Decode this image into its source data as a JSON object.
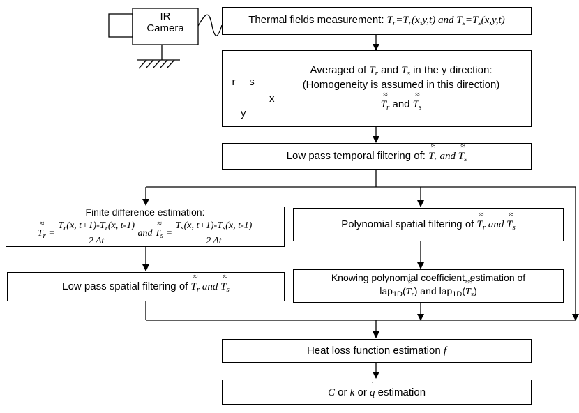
{
  "camera": {
    "label_line1": "IR",
    "label_line2": "Camera"
  },
  "steps": {
    "measurement": {
      "prefix": "Thermal fields measurement: ",
      "T": "T",
      "r": "r",
      "s": "s",
      "eq1": "=T",
      "args": "(x,y,t)",
      "and": " and ",
      "eq2": "=T"
    },
    "average": {
      "line1_a": "Averaged of ",
      "line1_and": " and ",
      "line1_b": " in the y direction:",
      "line2": "(Homogeneity is assumed in this direction)",
      "and": " and ",
      "strip_r": "r",
      "strip_s": "s",
      "axis_x": "x",
      "axis_y": "y"
    },
    "temporal": {
      "prefix": "Low pass temporal filtering of: ",
      "and": " and "
    },
    "finite": {
      "title": "Finite difference estimation:",
      "num_r": "(x, t+1)-T",
      "num_r2": "(x, t-1)",
      "num_s": "(x, t+1)-T",
      "num_s2": "(x, t-1)",
      "den": "2 Δt",
      "eq": " = ",
      "and": " and "
    },
    "spatial_low": {
      "prefix": "Low pass spatial filtering of ",
      "and": " and "
    },
    "poly": {
      "prefix": "Polynomial spatial filtering of ",
      "and": " and "
    },
    "coef": {
      "line1": "Knowing polynomial coefficient, estimation of",
      "lap": "lap",
      "sub": "1D",
      "and": " and "
    },
    "heat": {
      "prefix": "Heat loss function estimation ",
      "f": "f"
    },
    "final": {
      "C": "C",
      "or1": " or ",
      "k": "k",
      "or2": " or ",
      "q": "q",
      "suffix": " estimation"
    }
  },
  "colors": {
    "stroke": "#000000",
    "fill": "#ffffff"
  }
}
